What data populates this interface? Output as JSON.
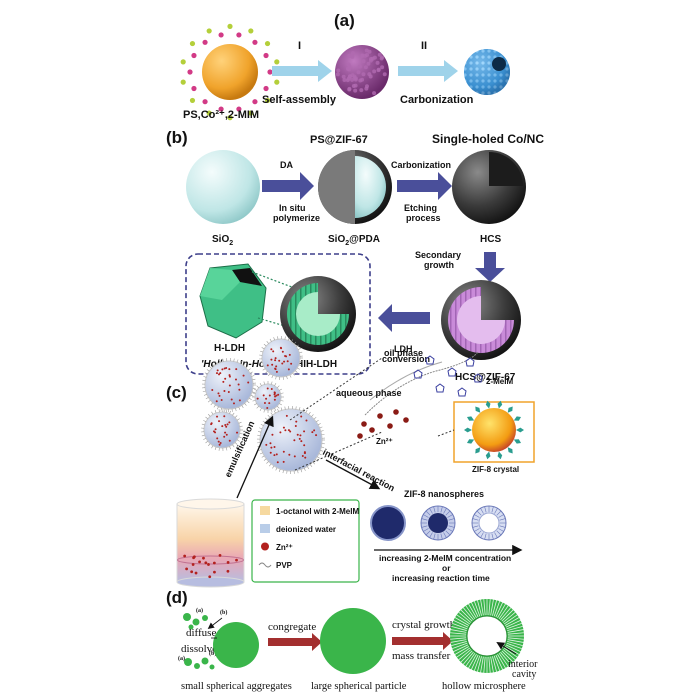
{
  "panel_a": {
    "label": "(a)",
    "step1": "I",
    "step2": "II",
    "self_assembly": "Self-assembly",
    "carbonization": "Carbonization",
    "caption": "PS,Co²⁺,2-MIM",
    "colors": {
      "core": "#f0a32b",
      "dot_pink": "#d23a86",
      "dot_green": "#b4cf3a",
      "zif": "#8c3c8c",
      "carbon": "#3a8fd0"
    }
  },
  "panel_b": {
    "label": "(b)",
    "title_ps_zif": "PS@ZIF-67",
    "title_single_holed": "Single-holed Co/NC",
    "da": "DA",
    "in_situ_1": "In situ",
    "in_situ_2": "polymerize",
    "carbonization": "Carbonization",
    "etching": "Etching process",
    "sio2": "SiO",
    "sio2_sub": "2",
    "sio2_pda": "SiO",
    "sio2_pda_sub": "2",
    "sio2_pda_tail": "@PDA",
    "hcs": "HCS",
    "secondary_1": "Secondary",
    "secondary_2": "growth",
    "hcs_zif": "HCS@ZIF-67",
    "ldh_1": "LDH",
    "ldh_2": "conversion",
    "hih_ldh": "HIH-LDH",
    "h_ldh": "H-LDH",
    "hollow": "'Hollow-In-Hollow'",
    "colors": {
      "arrow": "#4a4f9a",
      "sphere": "#bfe6e6",
      "shell": "#2d2d2d",
      "ldh": "#3fbf86",
      "zif": "#c98bd9",
      "hollow_text": "#3a5fb0"
    }
  },
  "panel_c": {
    "label": "(c)",
    "oil_phase": "oil phase",
    "aqueous_phase": "aqueous phase",
    "meim": "2-MeIM",
    "zn": "Zn²⁺",
    "zif8_crystal": "ZIF-8 crystal",
    "emulsification": "emulsification",
    "interfacial": "interfacial reaction",
    "nanospheres": "ZIF-8 nanospheres",
    "legend": [
      {
        "label": "1-octanol with 2-MeIM",
        "color": "#f6d9a0"
      },
      {
        "label": "deionized water",
        "color": "#b9cde8"
      },
      {
        "label": "Zn²⁺",
        "color": "#b3211e"
      },
      {
        "label": "PVP",
        "color": "#888888"
      }
    ],
    "increasing_1": "increasing 2-MeIM concentration",
    "or": "or",
    "increasing_2": "increasing reaction time",
    "colors": {
      "droplet": "#c3cfe6",
      "navy": "#1f2a6b",
      "red": "#c0392b"
    }
  },
  "panel_d": {
    "label": "(d)",
    "diffuse": "diffuse",
    "dissolve": "dissolve",
    "congregate": "congregate",
    "crystal_growth": "crystal growth",
    "mass_transfer": "mass transfer",
    "interior_1": "interior",
    "interior_2": "cavity",
    "small": "small spherical aggregates",
    "large": "large spherical particle",
    "hollow": "hollow microsphere",
    "mark_a": "(a)",
    "mark_b": "(b)",
    "colors": {
      "green": "#3ab54a",
      "arrow": "#a32f2f"
    }
  }
}
